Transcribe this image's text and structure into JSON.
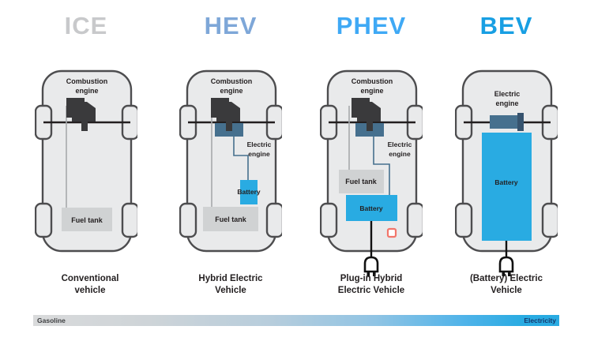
{
  "columns": [
    {
      "title": "ICE",
      "title_color": "#c8c9cb",
      "caption": "Conventional\nvehicle",
      "engine_label_1": "Combustion",
      "engine_label_2": "engine",
      "fuel_tank_label": "Fuel tank"
    },
    {
      "title": "HEV",
      "title_color": "#7ea7d8",
      "caption": "Hybrid Electric\nVehicle",
      "engine_label_1": "Combustion",
      "engine_label_2": "engine",
      "electric_label_1": "Electric",
      "electric_label_2": "engine",
      "battery_label": "Battery",
      "fuel_tank_label": "Fuel tank"
    },
    {
      "title": "PHEV",
      "title_color": "#3fa9f5",
      "caption": "Plug-in Hybrid\nElectric Vehicle",
      "engine_label_1": "Combustion",
      "engine_label_2": "engine",
      "electric_label_1": "Electric",
      "electric_label_2": "engine",
      "battery_label": "Battery",
      "fuel_tank_label": "Fuel tank"
    },
    {
      "title": "BEV",
      "title_color": "#189fe3",
      "caption": "(Battery) Electric\nVehicle",
      "electric_label_1": "Electric",
      "electric_label_2": "engine",
      "battery_label": "Battery"
    }
  ],
  "legend": {
    "left_label": "Gasoline",
    "right_label": "Electricity",
    "gradient_start_color": "#d9dadb",
    "gradient_end_color": "#29abe2"
  },
  "colors": {
    "car_body": "#e9eaeb",
    "car_outline": "#4d4d4f",
    "combustion_engine": "#3a3a3c",
    "electric_engine": "#46708e",
    "electric_engine_cap": "#36536e",
    "battery": "#29abe2",
    "fuel_tank": "#d0d2d3",
    "fuel_line": "#a7a9ac",
    "electric_line": "#46708e",
    "charge_port_marker": "#f2766b"
  }
}
